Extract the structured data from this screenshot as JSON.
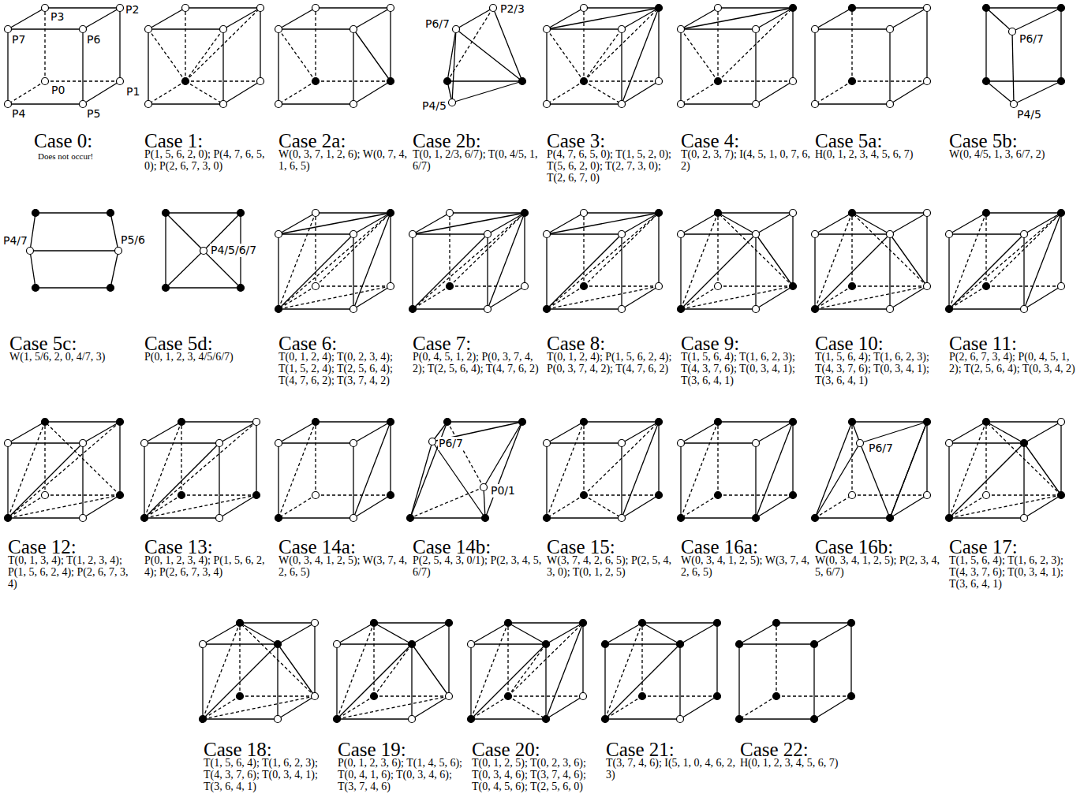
{
  "diagram": {
    "labels": [
      "P3",
      "P2",
      "P7",
      "P6",
      "P0",
      "P1",
      "P4",
      "P5",
      "Case 0:",
      "Does not occur!",
      "Case 1:",
      "P(1, 5, 6, 2, 0); P(4, 7, 6, 5, 0); P(2, 6, 7, 3, 0)",
      "Case 2a:",
      "W(0, 3, 7, 1, 2, 6); W(0, 7, 4, 1, 6, 5)",
      "P6/7",
      "P2/3",
      "P4/5",
      "Case 2b:",
      "T(0, 1, 2/3, 6/7); T(0, 4/5, 1, 6/7)",
      "Case 3:",
      "P(4, 7, 6, 5, 0); T(1, 5, 2, 0); T(5, 6, 2, 0); T(2, 7, 3, 0); T(2, 6, 7, 0)",
      "Case 4:",
      "T(0, 2, 3, 7); I(4, 5, 1, 0, 7, 6, 2)",
      "Case 5a:",
      "H(0, 1, 2, 3, 4, 5, 6, 7)",
      "P6/7",
      "P4/5",
      "Case 5b:",
      "W(0, 4/5, 1, 3, 6/7, 2)",
      "P4/7",
      "P5/6",
      "Case 5c:",
      "W(1, 5/6, 2, 0, 4/7, 3)",
      "P4/5/6/7",
      "Case 5d:",
      "P(0, 1, 2, 3, 4/5/6/7)",
      "Case 6:",
      "T(0, 1, 2, 4); T(0, 2, 3, 4); T(1, 5, 2, 4); T(2, 5, 6, 4); T(4, 7, 6, 2); T(3, 7, 4, 2)",
      "Case 7:",
      "P(0, 4, 5, 1, 2); P(0, 3, 7, 4, 2); T(2, 5, 6, 4); T(4, 7, 6, 2)",
      "Case 8:",
      "T(0, 1, 2, 4); P(1, 5, 6, 2, 4); P(0, 3, 7, 4, 2); T(4, 7, 6, 2)",
      "Case 9:",
      "T(1, 5, 6, 4); T(1, 6, 2, 3); T(4, 3, 7, 6); T(0, 3, 4, 1); T(3, 6, 4, 1)",
      "Case 10:",
      "T(1, 5, 6, 4); T(1, 6, 2, 3); T(4, 3, 7, 6); T(0, 3, 4, 1); T(3, 6, 4, 1)",
      "Case 11:",
      "P(2, 6, 7, 3, 4); P(0, 4, 5, 1, 2); T(2, 5, 6, 4); T(0, 3, 4, 2)",
      "Case 12:",
      "T(0, 1, 3, 4); T(1, 2, 3, 4); P(1, 5, 6, 2, 4); P(2, 6, 7, 3, 4)",
      "Case 13:",
      "P(0, 1, 2, 3, 4); P(1, 5, 6, 2, 4); P(2, 6, 7, 3, 4)",
      "Case 14a:",
      "W(0, 3, 4, 1, 2, 5); W(3, 7, 4, 2, 6, 5)",
      "P6/7",
      "P0/1",
      "Case 14b:",
      "P(2, 5, 4, 3, 0/1); P(2, 3, 4, 5, 6/7)",
      "Case 15:",
      "W(3, 7, 4, 2, 6, 5); P(2, 5, 4, 3, 0); T(0, 1, 2, 5)",
      "Case 16a:",
      "W(0, 3, 4, 1, 2, 5); W(3, 7, 4, 2, 6, 5)",
      "P6/7",
      "Case 16b:",
      "W(0, 3, 4, 1, 2, 5); P(2, 3, 4, 5, 6/7)",
      "Case 17:",
      "T(1, 5, 6, 4); T(1, 6, 2, 3); T(4, 3, 7, 6); T(0, 3, 4, 1); T(3, 6, 4, 1)",
      "Case 18:",
      "T(1, 5, 6, 4); T(1, 6, 2, 3); T(4, 3, 7, 6); T(0, 3, 4, 1); T(3, 6, 4, 1)",
      "Case 19:",
      "P(0, 1, 2, 3, 6); T(1, 4, 5, 6); T(0, 4, 1, 6); T(0, 3, 4, 6); T(3, 7, 4, 6)",
      "Case 20:",
      "T(0, 1, 2, 5); T(0, 2, 3, 6); T(0, 3, 4, 6); T(3, 7, 4, 6); T(0, 4, 5, 6); T(2, 5, 6, 0)",
      "Case 21:",
      "T(3, 7, 4, 6); I(5, 1, 0, 4, 6, 2, 3)",
      "Case 22:",
      "H(0, 1, 2, 3, 4, 5, 6, 7)"
    ]
  }
}
